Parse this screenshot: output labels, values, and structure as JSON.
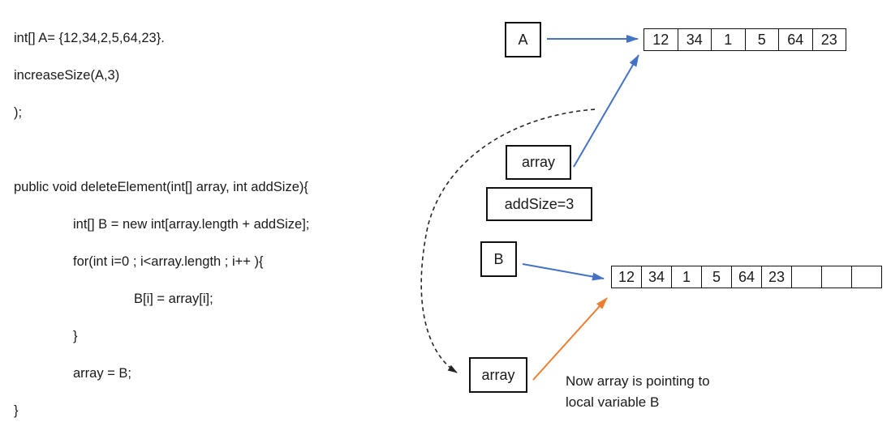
{
  "code": {
    "lines": [
      "int[] A= {12,34,2,5,64,23}.",
      "increaseSize(A,3)",
      ");",
      "",
      "public void deleteElement(int[] array, int addSize){",
      "int[] B = new int[array.length + addSize];",
      "for(int i=0 ; i<array.length ; i++ ){",
      "B[i] = array[i];",
      "}",
      "array = B;",
      "}"
    ]
  },
  "diagram": {
    "box_a_label": "A",
    "box_array_param_label": "array",
    "box_addsize_label": "addSize=3",
    "box_b_label": "B",
    "box_array_local_label": "array",
    "array_a_cells": [
      "12",
      "34",
      "1",
      "5",
      "64",
      "23"
    ],
    "array_b_cells": [
      "12",
      "34",
      "1",
      "5",
      "64",
      "23",
      "",
      "",
      ""
    ],
    "note_line1": "Now array is pointing to",
    "note_line2": "local variable B"
  },
  "colors": {
    "blue": "#4472C4",
    "orange": "#ED7D31",
    "dashed": "#262626"
  }
}
